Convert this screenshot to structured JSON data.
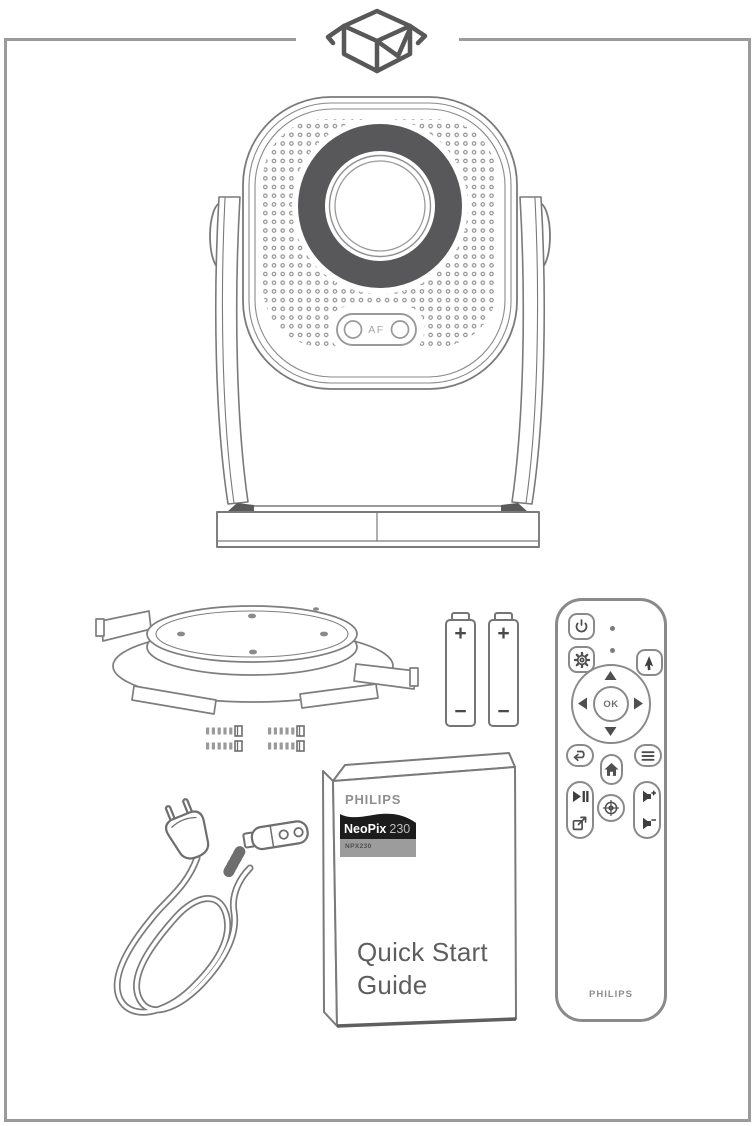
{
  "frame": {
    "border_color": "#9b9b9b"
  },
  "unbox_icon": {
    "name": "open-box-icon"
  },
  "package_items": [
    "projector",
    "mounting-plate",
    "screws",
    "batteries",
    "remote-control",
    "power-cable",
    "quick-start-guide"
  ],
  "projector": {
    "autofocus_label": "AF"
  },
  "mounting_plate": {
    "screw_hole_count": 4
  },
  "screws": {
    "count": 4
  },
  "batteries": {
    "count": 2,
    "plus_label": "+",
    "minus_label": "−"
  },
  "remote": {
    "brand": "PHILIPS",
    "ok_label": "OK",
    "led_dot_count": 2,
    "icons": [
      "power",
      "settings-gear",
      "pointer",
      "dpad-up",
      "dpad-right",
      "dpad-down",
      "dpad-left",
      "back",
      "menu",
      "home",
      "play-pause",
      "screen-mirror",
      "autofocus",
      "volume-up",
      "volume-down"
    ]
  },
  "guide": {
    "brand": "PHILIPS",
    "product_name": "NeoPix",
    "product_number": "230",
    "model_code": "NPX230",
    "title": "Quick Start Guide"
  },
  "colors": {
    "line": "#7a7a7a",
    "dark_line": "#555555",
    "icon": "#4f4f4f",
    "lens_ring": "#58585a",
    "brand_gray": "#8f8f8f",
    "title_gray": "#5e5e5e",
    "banner_black": "#1c1c1c",
    "banner_gray": "#9c9c9c"
  }
}
